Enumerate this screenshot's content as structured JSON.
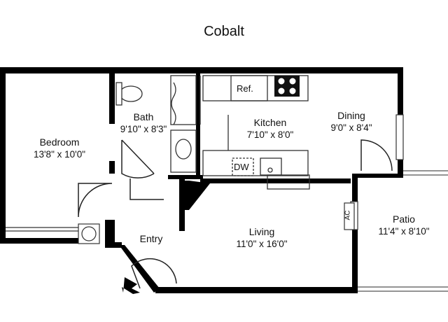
{
  "plan": {
    "title": "Cobalt",
    "rooms": [
      {
        "name": "Bedroom",
        "dims": "13'8\" x 10'0\""
      },
      {
        "name": "Bath",
        "dims": "9'10\" x 8'3\""
      },
      {
        "name": "Kitchen",
        "dims": "7'10\" x 8'0\""
      },
      {
        "name": "Dining",
        "dims": "9'0\" x 8'4\""
      },
      {
        "name": "Living",
        "dims": "11'0\" x 16'0\""
      },
      {
        "name": "Patio",
        "dims": "11'4\" x 8'10\""
      },
      {
        "name": "Entry",
        "dims": ""
      }
    ],
    "fixtures": {
      "refrigerator": "Ref.",
      "dishwasher": "DW",
      "ac": "AC"
    },
    "colors": {
      "wall": "#000000",
      "fixture": "#222222",
      "background": "#ffffff"
    }
  }
}
